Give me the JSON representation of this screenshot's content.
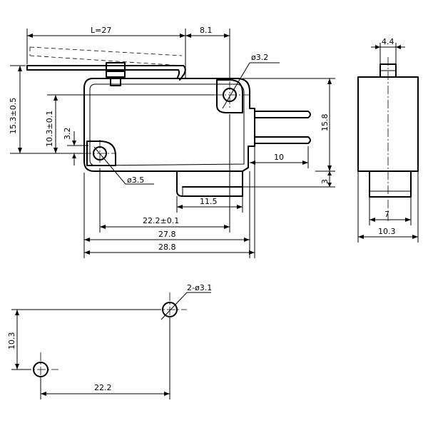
{
  "dimensions": {
    "lever_length": "L=27",
    "lever_extra": "8.1",
    "mount_hole_top": "ø3.2",
    "overall_height": "15.3±0.5",
    "hole_height": "10.3±0.1",
    "terminal_offset": "3.2",
    "mount_hole_bottom": "ø3.5",
    "body_height": "15.8",
    "terminal_length": "10",
    "terminal_gap": "3",
    "terminal_width": "11.5",
    "hole_spacing": "22.2±0.1",
    "body_length": "27.8",
    "overall_length": "28.8"
  },
  "side_view": {
    "plunger_width": "4.4",
    "base_width": "7",
    "body_width": "10.3"
  },
  "footprint": {
    "holes_label": "2-ø3.1",
    "vertical_spacing": "10.3",
    "horizontal_spacing": "22.2"
  }
}
